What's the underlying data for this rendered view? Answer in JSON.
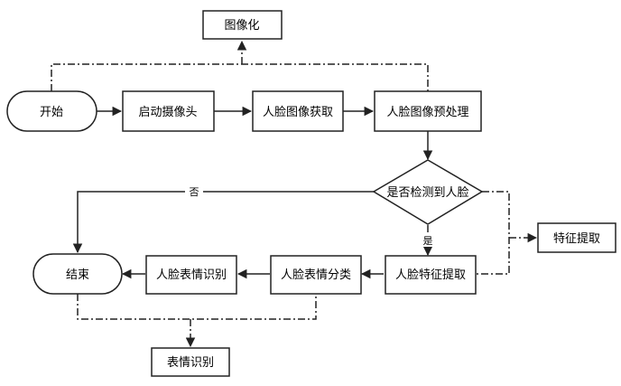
{
  "nodes": {
    "start": "开始",
    "camera": "启动摄像头",
    "capture": "人脸图像获取",
    "preprocess": "人脸图像预处理",
    "imaging": "图像化",
    "detect": "是否检测到人脸",
    "feature_box": "特征提取",
    "extract": "人脸特征提取",
    "classify": "人脸表情分类",
    "recognize": "人脸表情识别",
    "end": "结束",
    "expression_box": "表情识别"
  },
  "edges": {
    "no_label": "否",
    "yes_label": "是"
  }
}
